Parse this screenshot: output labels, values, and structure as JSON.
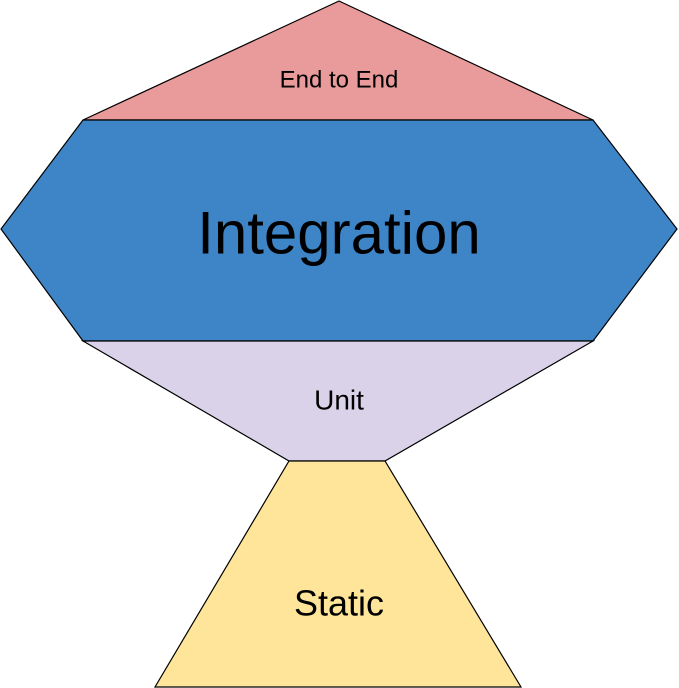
{
  "layers": {
    "end_to_end": {
      "label": "End to End",
      "color": "#e99a9a"
    },
    "integration": {
      "label": "Integration",
      "color": "#3d85c6"
    },
    "unit": {
      "label": "Unit",
      "color": "#d9d2e9"
    },
    "static": {
      "label": "Static",
      "color": "#ffe599"
    }
  }
}
